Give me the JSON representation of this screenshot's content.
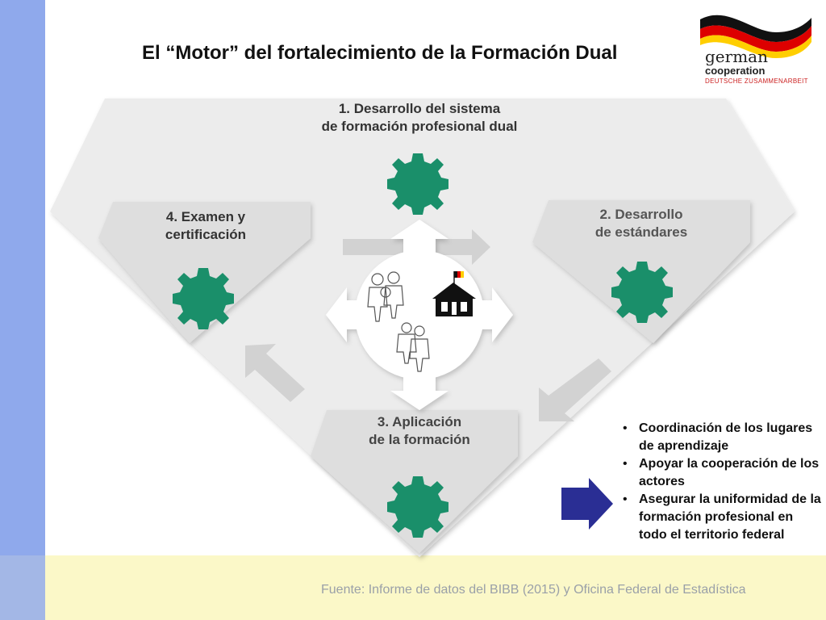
{
  "title": "El “Motor” del fortalecimiento de la Formación Dual",
  "logo": {
    "line1": "german",
    "line2": "cooperation",
    "line3": "DEUTSCHE ZUSAMMENARBEIT",
    "colors": [
      "#000000",
      "#dd0000",
      "#ffce00"
    ]
  },
  "stages": [
    {
      "line1": "1. Desarrollo del sistema",
      "line2": "de formación profesional dual"
    },
    {
      "line1": "2. Desarrollo",
      "line2": "de estándares"
    },
    {
      "line1": "3. Aplicación",
      "line2": "de la formación"
    },
    {
      "line1": "4. Examen y",
      "line2": "certificación"
    }
  ],
  "bullets": [
    "Coordinación de los lugares de aprendizaje",
    "Apoyar la cooperación de los actores",
    "Asegurar la uniformidad de la formación profesional en todo el territorio federal"
  ],
  "source": "Fuente: Informe de datos del BIBB (2015) y Oficina Federal de Estadística",
  "colors": {
    "gear": "#1a8f6a",
    "panel": "#e6e6e6",
    "big_arrow": "#2a2e94",
    "flow_arrow": "#d2d2d2",
    "side_bar": "#8fa9ec",
    "bottom_band": "#fbf8c8"
  },
  "icons": [
    "gear-icon",
    "school-house-icon",
    "people-sketch-icon",
    "right-arrow-icon"
  ]
}
